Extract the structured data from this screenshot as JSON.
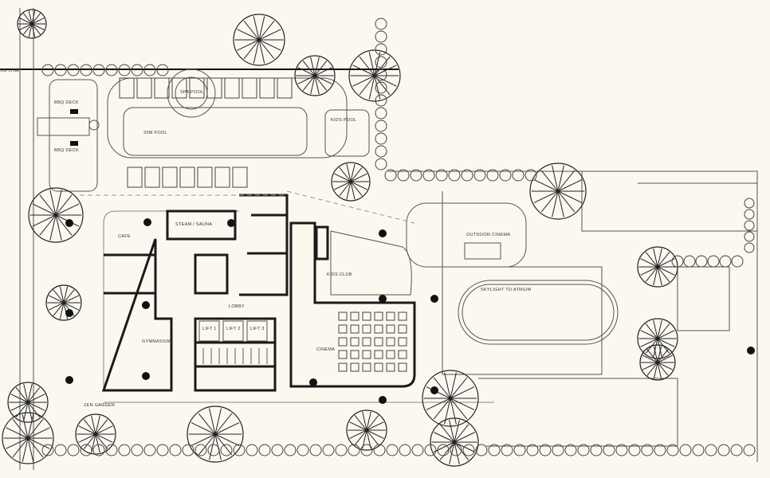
{
  "plan": {
    "labels": {
      "boundary": "NG LINE",
      "bbq_deck_1": "BBQ DECK",
      "bbq_deck_2": "BBQ DECK",
      "spa_pool": "SPA POOL",
      "pool_20m": "20M POOL",
      "kids_pool": "KIDS POOL",
      "cafe": "CAFE",
      "steam_sauna": "STEAM / SAUNA",
      "kids_club": "KIDS CLUB",
      "outdoor_cinema": "OUTDOOR CINEMA",
      "skylight": "SKYLIGHT TO ATRIUM",
      "lobby": "LOBBY",
      "lift1": "LIFT 1",
      "lift2": "LIFT 2",
      "lift3": "LIFT 3",
      "gymnasium": "GYMNASIUM",
      "cinema": "CINEMA",
      "zen_garden": "ZEN GARDEN"
    },
    "colors": {
      "background": "#fbf8f0",
      "line": "#1a1a1a"
    }
  }
}
